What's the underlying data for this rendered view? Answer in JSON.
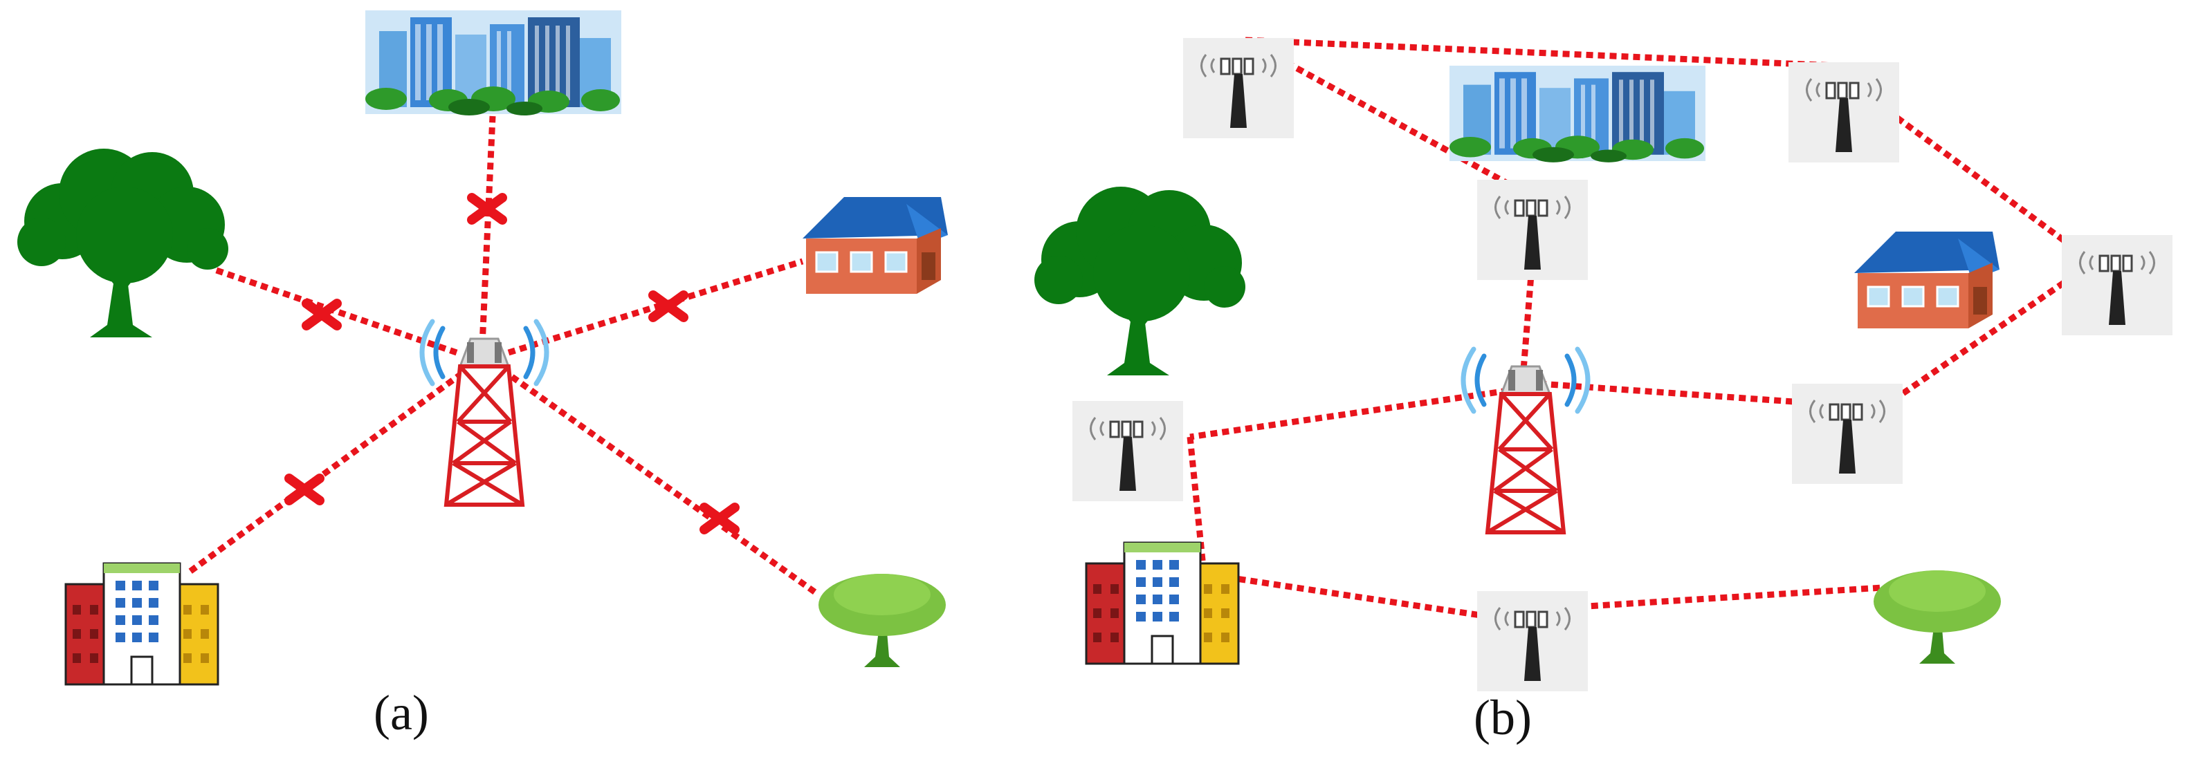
{
  "panels": [
    {
      "id": "a",
      "label": "(a)",
      "nodes": [
        {
          "id": "city",
          "type": "city-skyline-icon"
        },
        {
          "id": "tree-big",
          "type": "tree-icon"
        },
        {
          "id": "house",
          "type": "house-icon"
        },
        {
          "id": "apartment",
          "type": "apartment-building-icon"
        },
        {
          "id": "tree-small",
          "type": "tree-icon"
        },
        {
          "id": "tower",
          "type": "cell-tower-icon"
        }
      ],
      "links": [
        {
          "from": "tower",
          "to": "city",
          "status": "blocked"
        },
        {
          "from": "tower",
          "to": "tree-big",
          "status": "blocked"
        },
        {
          "from": "tower",
          "to": "house",
          "status": "blocked"
        },
        {
          "from": "tower",
          "to": "apartment",
          "status": "blocked"
        },
        {
          "from": "tower",
          "to": "tree-small",
          "status": "blocked"
        }
      ]
    },
    {
      "id": "b",
      "label": "(b)",
      "nodes": [
        {
          "id": "ap-top-left",
          "type": "access-point-icon"
        },
        {
          "id": "ap-top-right",
          "type": "access-point-icon"
        },
        {
          "id": "ap-mid",
          "type": "access-point-icon"
        },
        {
          "id": "ap-right",
          "type": "access-point-icon"
        },
        {
          "id": "ap-right-low",
          "type": "access-point-icon"
        },
        {
          "id": "ap-left",
          "type": "access-point-icon"
        },
        {
          "id": "ap-bottom",
          "type": "access-point-icon"
        },
        {
          "id": "city",
          "type": "city-skyline-icon"
        },
        {
          "id": "tree-big",
          "type": "tree-icon"
        },
        {
          "id": "house",
          "type": "house-icon"
        },
        {
          "id": "tower",
          "type": "cell-tower-icon"
        },
        {
          "id": "apartment",
          "type": "apartment-building-icon"
        },
        {
          "id": "tree-small",
          "type": "tree-icon"
        }
      ],
      "links": [
        {
          "from": "ap-top-left",
          "to": "ap-top-right",
          "status": "active"
        },
        {
          "from": "ap-top-left",
          "to": "ap-mid",
          "status": "active"
        },
        {
          "from": "ap-mid",
          "to": "tower",
          "status": "active"
        },
        {
          "from": "ap-top-right",
          "to": "ap-right",
          "status": "active"
        },
        {
          "from": "ap-right",
          "to": "ap-right-low",
          "status": "active"
        },
        {
          "from": "tower",
          "to": "ap-right-low",
          "status": "active"
        },
        {
          "from": "tower",
          "to": "ap-left",
          "status": "active"
        },
        {
          "from": "ap-left",
          "to": "apartment",
          "status": "active"
        },
        {
          "from": "apartment",
          "to": "ap-bottom",
          "status": "active"
        },
        {
          "from": "ap-bottom",
          "to": "tree-small",
          "status": "active"
        }
      ]
    }
  ],
  "colors": {
    "link": "#e8141c",
    "blocked_mark": "#e8141c",
    "tree_dark": "#0b7a12",
    "tree_light": "#7cc242",
    "tower_red": "#d81e22",
    "signal_blue": "#2f8fdc",
    "ap_bg": "#eeeeee"
  }
}
